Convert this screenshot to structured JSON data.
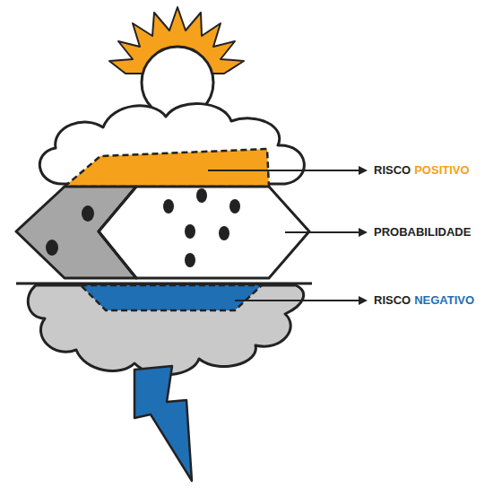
{
  "diagram": {
    "labels": [
      "RISCO",
      "POSITIVO",
      "PROBABILIDADE",
      "RISCO",
      "NEGATIVO"
    ]
  }
}
